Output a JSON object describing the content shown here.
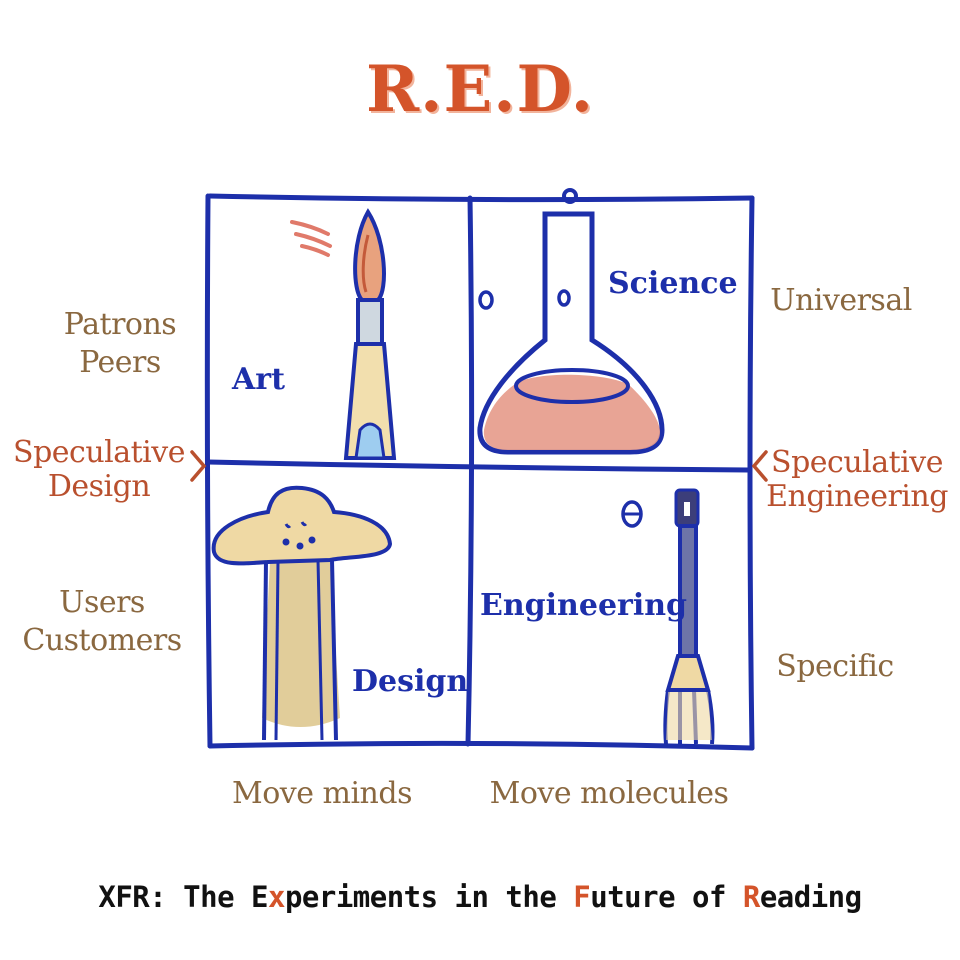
{
  "title": "R.E.D.",
  "quadrants": {
    "art": "Art",
    "science": "Science",
    "design": "Design",
    "engineering": "Engineering"
  },
  "left": {
    "top_line1": "Patrons",
    "top_line2": "Peers",
    "mid_line1": "Speculative",
    "mid_line2": "Design",
    "bottom_line1": "Users",
    "bottom_line2": "Customers"
  },
  "right": {
    "top": "Universal",
    "mid_line1": "Speculative",
    "mid_line2": "Engineering",
    "bottom": "Specific"
  },
  "bottom": {
    "left": "Move minds",
    "right": "Move molecules"
  },
  "footer": {
    "p1": "XFR: The E",
    "h1": "x",
    "p2": "periments in the ",
    "h2": "F",
    "p3": "uture of ",
    "h3": "R",
    "p4": "eading"
  },
  "colors": {
    "grid": "#1d2faa",
    "title": "#d4542a",
    "side_text": "#8a6840",
    "speculative": "#b9502e"
  },
  "icons": [
    "paintbrush-icon",
    "flask-icon",
    "t-square-icon",
    "screwdriver-icon"
  ]
}
